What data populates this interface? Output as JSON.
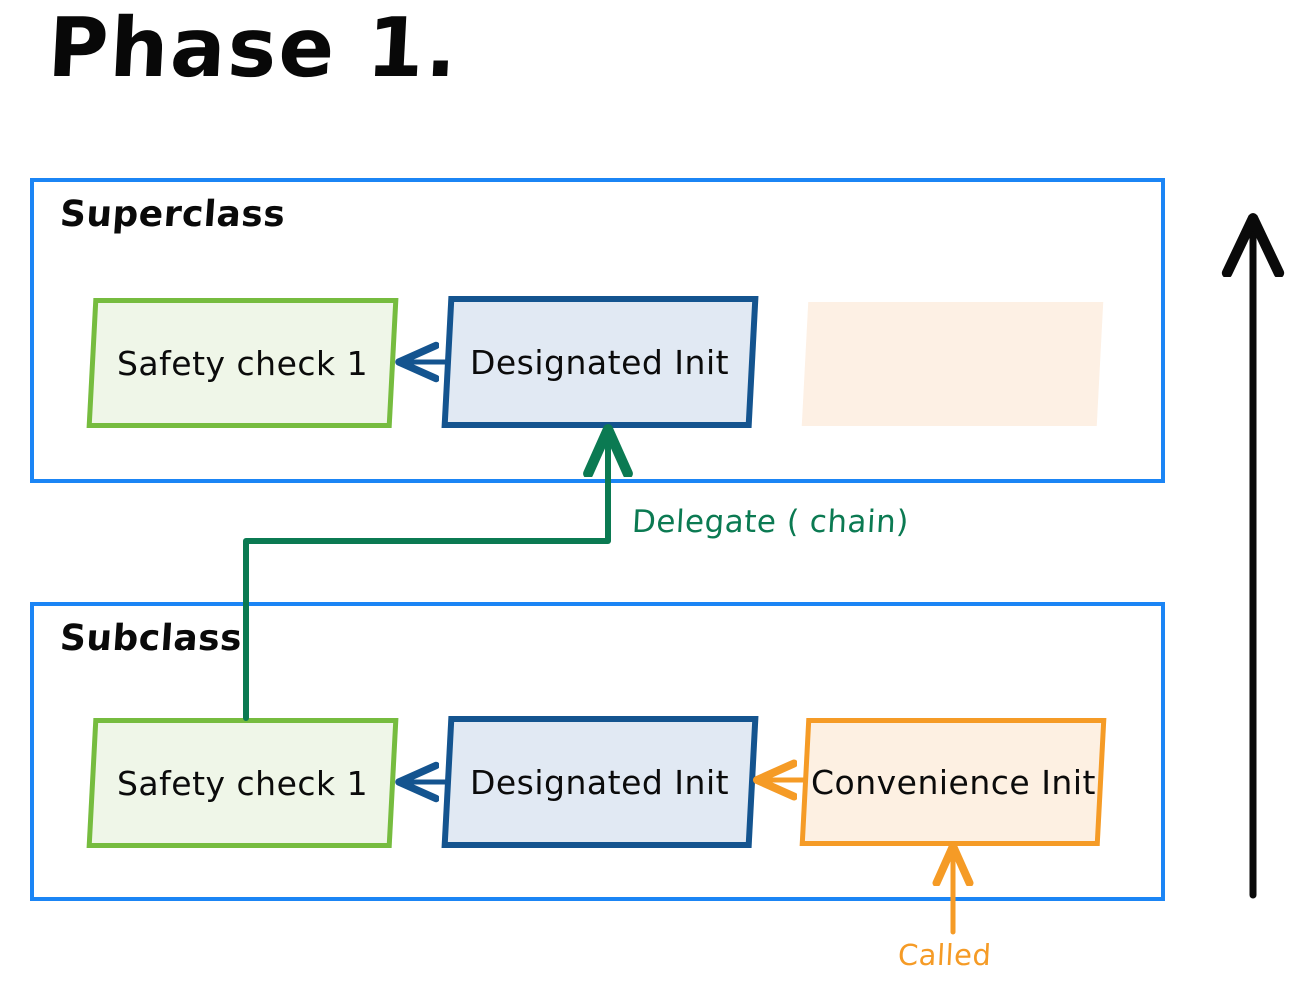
{
  "title": "Phase 1.",
  "panels": [
    {
      "id": "superclass",
      "label": "Superclass"
    },
    {
      "id": "subclass",
      "label": "Subclass"
    }
  ],
  "nodes": {
    "superclass": [
      {
        "id": "sup-safety",
        "label": "Safety check 1",
        "kind": "safety-check",
        "color": "#76bc3f"
      },
      {
        "id": "sup-desig",
        "label": "Designated Init",
        "kind": "designated-init",
        "color": "#14548f"
      },
      {
        "id": "sup-ghost",
        "label": "",
        "kind": "empty-slot",
        "color": "#fdf0e4"
      }
    ],
    "subclass": [
      {
        "id": "sub-safety",
        "label": "Safety check 1",
        "kind": "safety-check",
        "color": "#76bc3f"
      },
      {
        "id": "sub-desig",
        "label": "Designated Init",
        "kind": "designated-init",
        "color": "#14548f"
      },
      {
        "id": "sub-conv",
        "label": "Convenience Init",
        "kind": "convenience-init",
        "color": "#f59b26"
      }
    ]
  },
  "annotations": {
    "delegate": "Delegate ( chain)",
    "called": "Called"
  },
  "arrows": [
    {
      "name": "superclass-designated-to-safety",
      "color": "#14548f",
      "direction": "left"
    },
    {
      "name": "subclass-designated-to-safety",
      "color": "#14548f",
      "direction": "left"
    },
    {
      "name": "convenience-to-designated",
      "color": "#f59b26",
      "direction": "left"
    },
    {
      "name": "called-into-convenience",
      "color": "#f59b26",
      "direction": "up"
    },
    {
      "name": "delegate-chain-up",
      "color": "#0b7a52",
      "direction": "up"
    },
    {
      "name": "phase-direction",
      "color": "#0a0a0a",
      "direction": "up"
    }
  ],
  "colors": {
    "panel_border": "#1b85f5",
    "safety_border": "#76bc3f",
    "safety_fill": "#eff6e8",
    "designated_border": "#14548f",
    "designated_fill": "#e1e9f3",
    "convenience_border": "#f59b26",
    "convenience_fill": "#fdf0e2",
    "delegate": "#0b7a52",
    "called": "#f59b26",
    "ink": "#0a0a0a"
  }
}
